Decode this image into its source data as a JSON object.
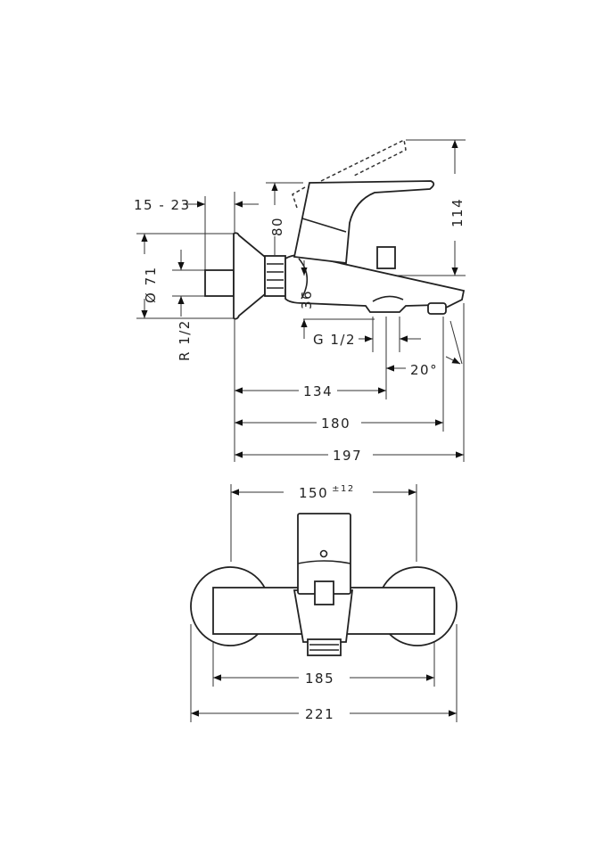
{
  "side_view": {
    "dim_wall_offset": "15 - 23",
    "dim_diameter": "Ø 71",
    "dim_thread_wall": "R 1/2",
    "dim_lever_height": "80",
    "dim_total_height": "114",
    "dim_spout_drop": "36",
    "dim_outlet_thread": "G 1/2",
    "dim_angle": "20°",
    "dim_outlet_distance": "134",
    "dim_spout_length": "180",
    "dim_total_depth": "197"
  },
  "front_view": {
    "dim_centers": "150",
    "dim_centers_tolerance": "±12",
    "dim_body_width": "185",
    "dim_total_width": "221"
  }
}
